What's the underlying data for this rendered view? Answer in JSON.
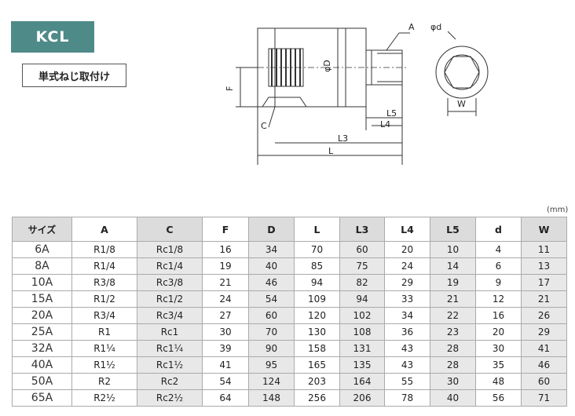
{
  "product": {
    "code": "KCL",
    "mount_type": "単式ねじ取付け"
  },
  "drawing_labels": {
    "A": "A",
    "phi_d": "φd",
    "phi_D": "φD",
    "F": "F",
    "C": "C",
    "L5": "L5",
    "L4": "L4",
    "L3": "L3",
    "L": "L",
    "W": "W"
  },
  "unit": "(mm)",
  "table": {
    "headers": [
      "サイズ",
      "A",
      "C",
      "F",
      "D",
      "L",
      "L3",
      "L4",
      "L5",
      "d",
      "W"
    ],
    "rows": [
      [
        "6A",
        "R1/8",
        "Rc1/8",
        "16",
        "34",
        "70",
        "60",
        "20",
        "10",
        "4",
        "11"
      ],
      [
        "8A",
        "R1/4",
        "Rc1/4",
        "19",
        "40",
        "85",
        "75",
        "24",
        "14",
        "6",
        "13"
      ],
      [
        "10A",
        "R3/8",
        "Rc3/8",
        "21",
        "46",
        "94",
        "82",
        "29",
        "19",
        "9",
        "17"
      ],
      [
        "15A",
        "R1/2",
        "Rc1/2",
        "24",
        "54",
        "109",
        "94",
        "33",
        "21",
        "12",
        "21"
      ],
      [
        "20A",
        "R3/4",
        "Rc3/4",
        "27",
        "60",
        "120",
        "102",
        "34",
        "22",
        "16",
        "26"
      ],
      [
        "25A",
        "R1",
        "Rc1",
        "30",
        "70",
        "130",
        "108",
        "36",
        "23",
        "20",
        "29"
      ],
      [
        "32A",
        "R1¼",
        "Rc1¼",
        "39",
        "90",
        "158",
        "131",
        "43",
        "28",
        "30",
        "41"
      ],
      [
        "40A",
        "R1½",
        "Rc1½",
        "41",
        "95",
        "165",
        "135",
        "43",
        "28",
        "35",
        "46"
      ],
      [
        "50A",
        "R2",
        "Rc2",
        "54",
        "124",
        "203",
        "164",
        "55",
        "30",
        "48",
        "60"
      ],
      [
        "65A",
        "R2½",
        "Rc2½",
        "64",
        "148",
        "256",
        "206",
        "78",
        "40",
        "56",
        "71"
      ]
    ]
  }
}
